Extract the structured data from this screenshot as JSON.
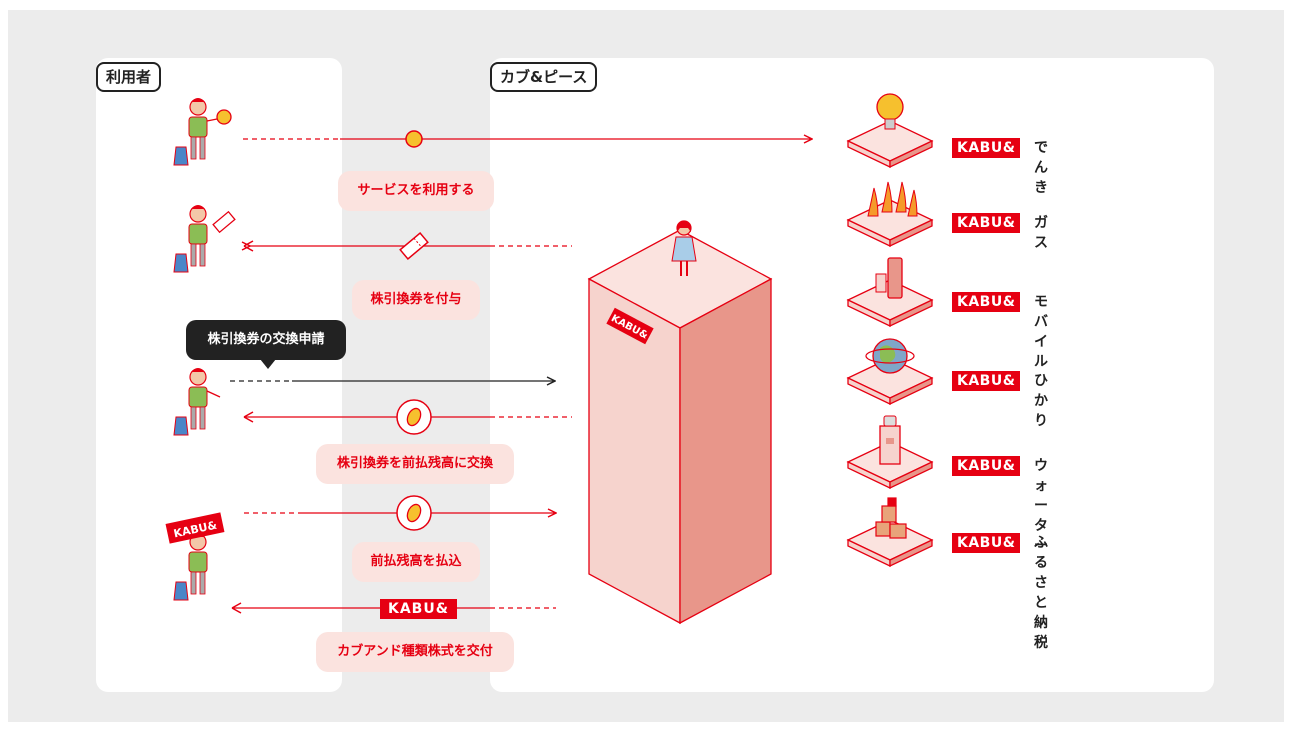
{
  "panels": {
    "user_label": "利用者",
    "company_label": "カブ&ピース"
  },
  "flows": {
    "use_service": "サービスを利用する",
    "grant_voucher": "株引換券を付与",
    "exchange_request": "株引換券の交換申請",
    "exchange_prepaid": "株引換券を前払残高に交換",
    "pay_prepaid": "前払残高を払込",
    "issue_shares": "カブアンド種類株式を交付"
  },
  "brand": {
    "logo_text": "KABU&",
    "building_sign": "KABU&",
    "held_sign": "KABU&"
  },
  "services": [
    {
      "badge": "KABU&",
      "name": "でんき",
      "icon": "lightbulb-icon"
    },
    {
      "badge": "KABU&",
      "name": "ガス",
      "icon": "flame-icon"
    },
    {
      "badge": "KABU&",
      "name": "モバイル",
      "icon": "smartphone-icon"
    },
    {
      "badge": "KABU&",
      "name": "ひかり",
      "icon": "globe-icon"
    },
    {
      "badge": "KABU&",
      "name": "ウォーター",
      "icon": "water-server-icon"
    },
    {
      "badge": "KABU&",
      "name": "ふるさと納税",
      "icon": "gift-boxes-icon"
    }
  ],
  "colors": {
    "accent": "#e60012",
    "bubble": "#fbe3df",
    "building_light": "#f6d3cd",
    "building_dark": "#e8968a",
    "background": "#ececec"
  }
}
